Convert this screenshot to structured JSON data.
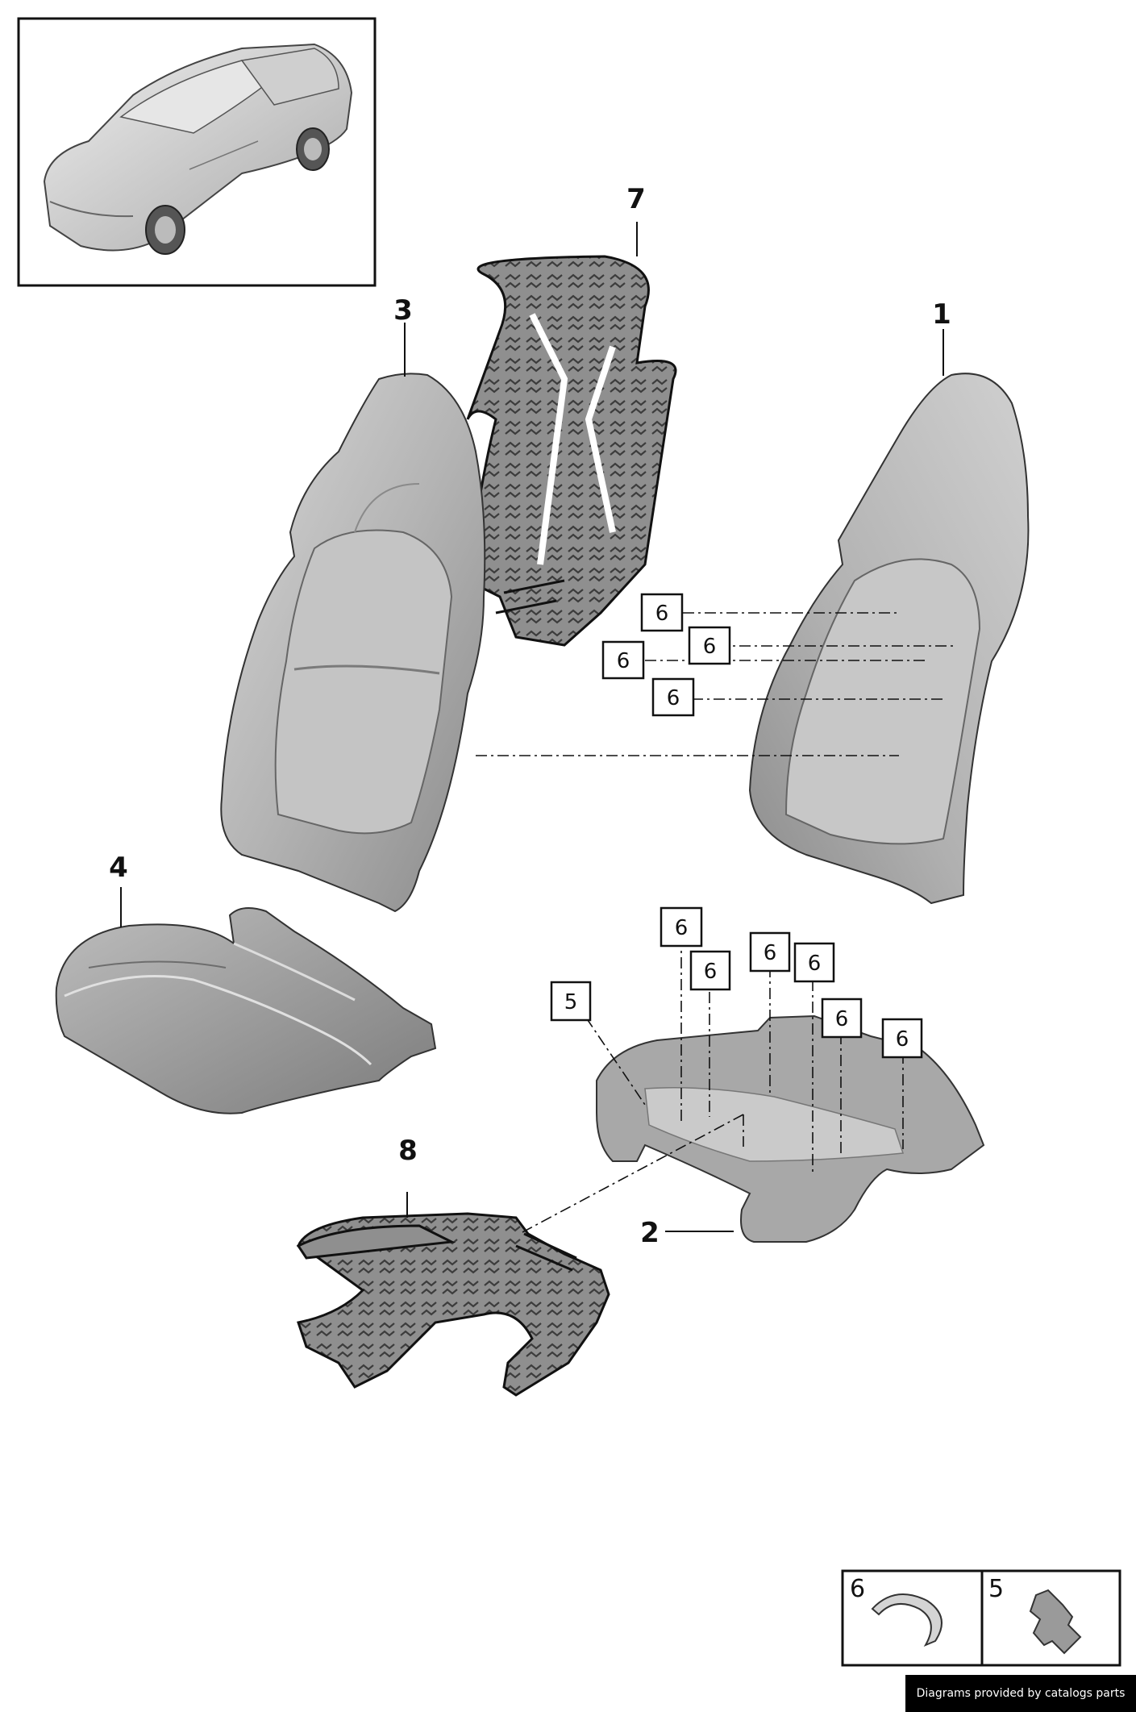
{
  "callouts": {
    "c1": "1",
    "c2": "2",
    "c3": "3",
    "c4": "4",
    "c7": "7",
    "c8": "8"
  },
  "boxed": {
    "b6": "6",
    "b5": "5"
  },
  "legend": {
    "item6": "6",
    "item5": "5"
  },
  "credit": "Diagrams provided by catalogs parts",
  "colors": {
    "line": "#111111",
    "seat_light": "#c9c9c9",
    "seat_mid": "#a9a9a9",
    "seat_dark": "#7d7d7d",
    "heater": "#8e8e8e"
  }
}
